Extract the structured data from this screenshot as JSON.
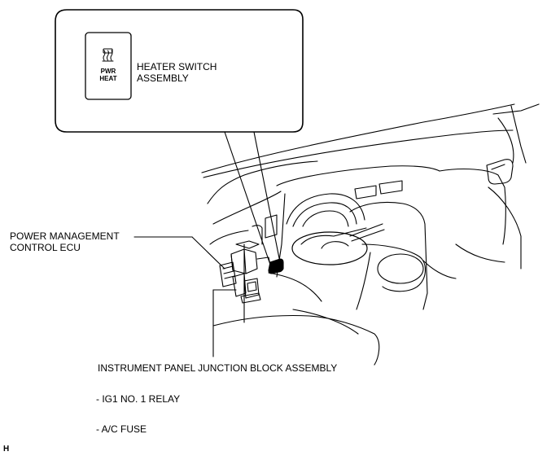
{
  "labels": {
    "heater_switch_line1": "HEATER SWITCH",
    "heater_switch_line2": "ASSEMBLY",
    "power_mgmt_line1": "POWER MANAGEMENT",
    "power_mgmt_line2": "CONTROL ECU",
    "junction_block": "INSTRUMENT PANEL JUNCTION BLOCK ASSEMBLY",
    "relay": "- IG1 NO. 1 RELAY",
    "fuse": "- A/C FUSE",
    "corner_code": "H"
  },
  "switch": {
    "icon": "heater-wavy-lines-icon",
    "line1": "PWR",
    "line2": "HEAT"
  }
}
